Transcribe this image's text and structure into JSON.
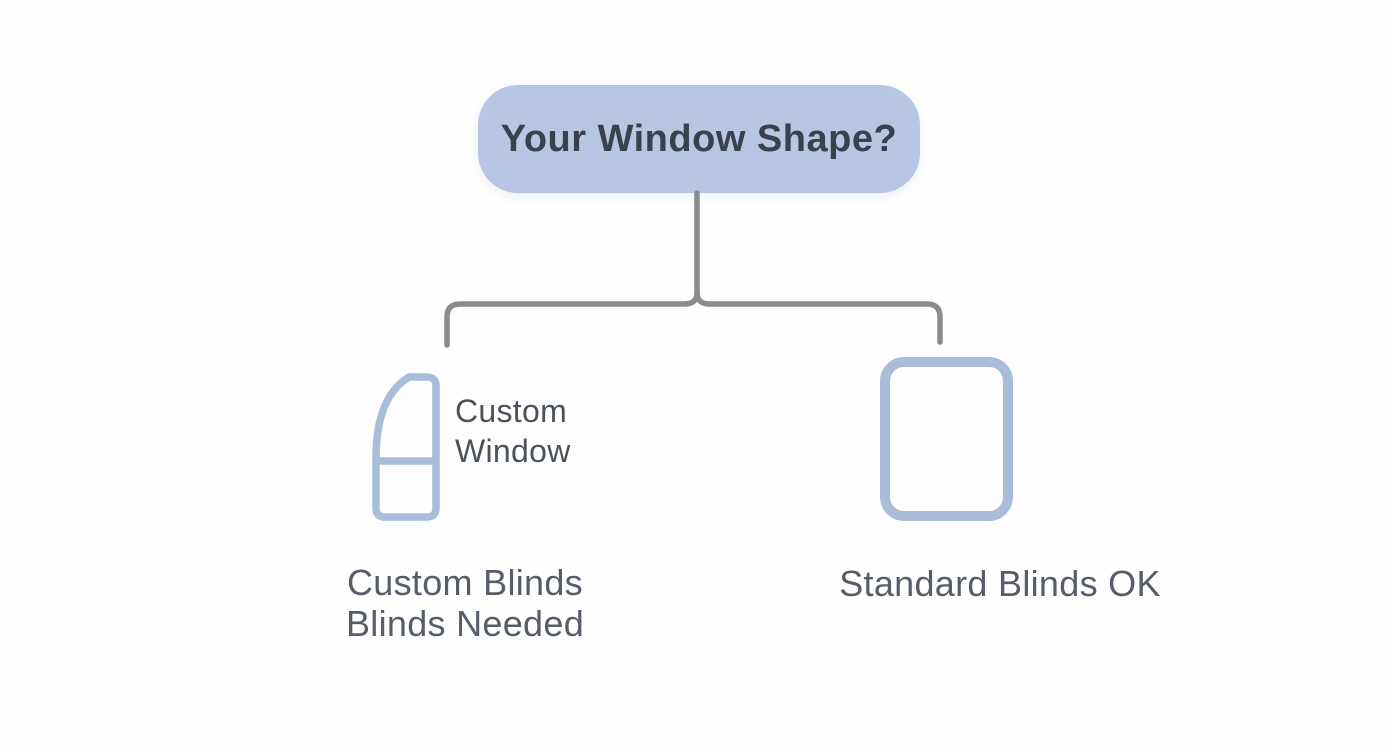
{
  "title": "Your Window Shape?",
  "left_branch": {
    "icon": "arched-window-icon",
    "icon_label_line1": "Custom",
    "icon_label_line2": "Window",
    "result_line1": "Custom Blinds",
    "result_line2": "Blinds Needed"
  },
  "right_branch": {
    "icon": "rectangular-window-icon",
    "result": "Standard Blinds OK"
  },
  "colors": {
    "node_fill": "#b7c7e3",
    "node_text": "#39414e",
    "connector": "#8a8b8d",
    "icon_stroke": "#a9bdd9",
    "label_text": "#575d68",
    "icon_label_text": "#4c525c",
    "bg": "#fefefe"
  }
}
